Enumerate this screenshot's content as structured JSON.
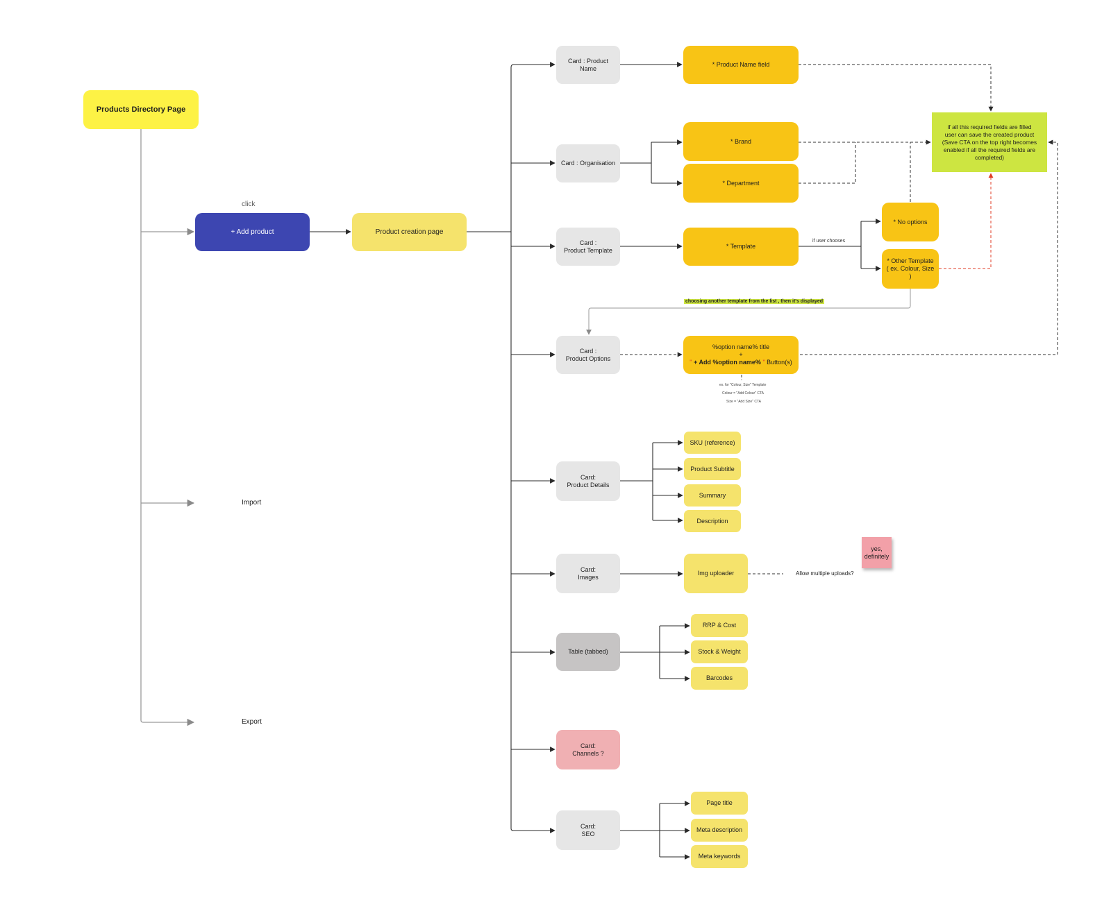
{
  "nodes": {
    "products_directory": "Products Directory Page",
    "add_product": "+ Add product",
    "product_creation": "Product creation page",
    "card_product_name": "Card : Product Name",
    "card_organisation": "Card : Organisation",
    "card_product_template_1": "Card :",
    "card_product_template_2": "Product Template",
    "card_product_options_1": "Card :",
    "card_product_options_2": "Product Options",
    "card_product_details_1": "Card:",
    "card_product_details_2": "Product Details",
    "card_images_1": "Card:",
    "card_images_2": "Images",
    "table_tabbed": "Table (tabbed)",
    "card_channels_1": "Card:",
    "card_channels_2": "Channels ?",
    "card_seo_1": "Card:",
    "card_seo_2": "SEO",
    "product_name_field": "* Product Name field",
    "brand": "* Brand",
    "department": "* Department",
    "template": "* Template",
    "no_options": "* No options",
    "other_template_1": "* Other Template",
    "other_template_2": "( ex. Colour, Size )",
    "option_title": "%option name% title",
    "option_plus": "+",
    "option_quote_open": "\"",
    "option_add_bold": "+ Add %option name%",
    "option_quote_close": "\"",
    "option_buttons": "Button(s)",
    "sku": "SKU (reference)",
    "product_subtitle": "Product Subtitle",
    "summary": "Summary",
    "description": "Description",
    "img_uploader": "Img uploader",
    "rrp_cost": "RRP & Cost",
    "stock_weight": "Stock & Weight",
    "barcodes": "Barcodes",
    "page_title": "Page title",
    "meta_description": "Meta description",
    "meta_keywords": "Meta keywords",
    "required_note_1": "if all this required fields are filled",
    "required_note_2": "user can save the created product",
    "required_note_3": "(Save CTA on the top right becomes",
    "required_note_4": "enabled if all the required fields are",
    "required_note_5": "completed)",
    "sticky_note_1": "yes,",
    "sticky_note_2": "definitely"
  },
  "labels": {
    "click": "click",
    "import": "Import",
    "export": "Export",
    "if_user_chooses": "if user chooses",
    "choosing_note": "choosing another template from the list , then it's displayed",
    "example_1": "ex. for \"Colour, Size\" Template",
    "example_2": "Colour = \"Add Colour\" CTA",
    "example_3": "Size = \"Add Size\" CTA",
    "allow_multiple": "Allow multiple uploads?"
  },
  "colors": {
    "directory": "#fdf245",
    "add_product": "#3d46b1",
    "light_yellow": "#f5e36c",
    "orange_yellow": "#f8c415",
    "card_gray": "#e6e6e6",
    "table_gray": "#c6c4c4",
    "channels_pink": "#f0b0b3",
    "note_green": "#cde541",
    "sticky_pink": "#f2a0a8",
    "connector": "#2a2a2a",
    "connector_light": "#9a9a9a",
    "connector_red": "#e03b24"
  }
}
